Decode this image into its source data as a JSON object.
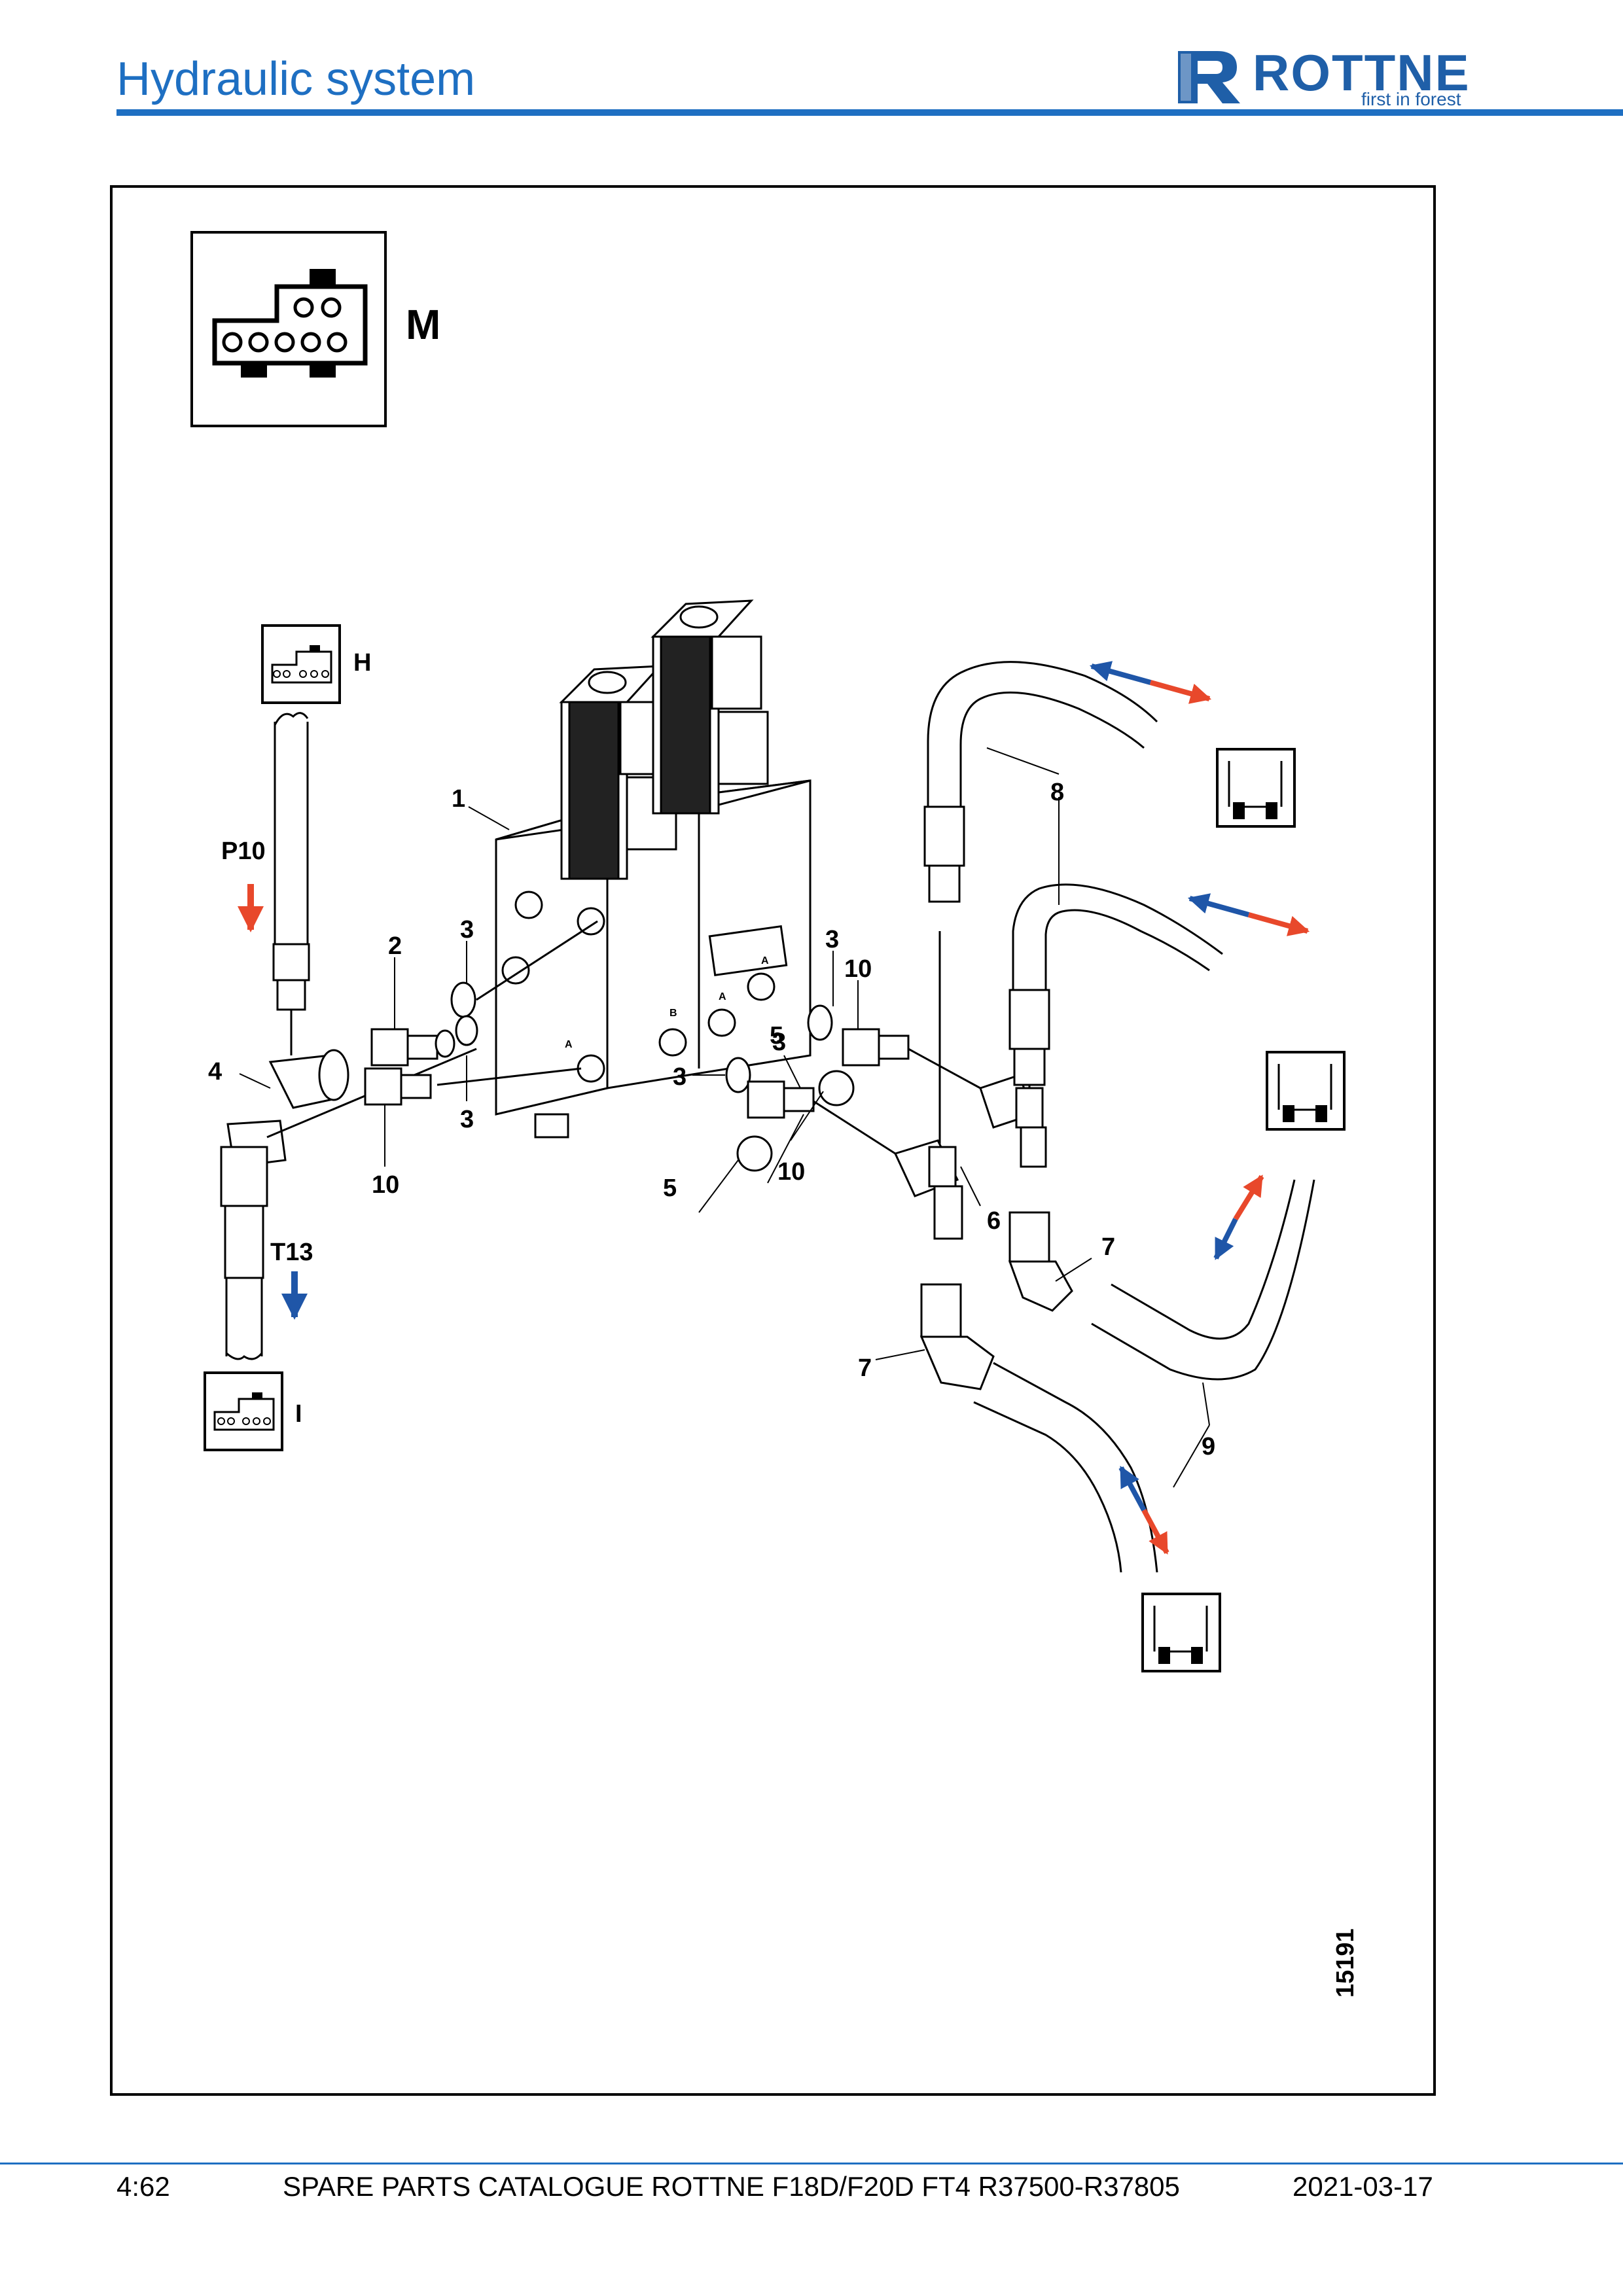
{
  "header": {
    "title": "Hydraulic system",
    "brand_name": "ROTTNE",
    "brand_tagline": "first in forest",
    "accent_color": "#1e6fc2"
  },
  "diagram": {
    "view_label": "M",
    "pressure_label": "P10",
    "tank_label": "T13",
    "connector_top_label": "H",
    "connector_bottom_label": "I",
    "drawing_number": "15191",
    "port_letters": [
      "A",
      "B",
      "A",
      "A"
    ],
    "callouts": [
      "1",
      "2",
      "3",
      "3",
      "3",
      "3",
      "3",
      "4",
      "5",
      "5",
      "6",
      "7",
      "7",
      "8",
      "9",
      "10",
      "10",
      "10"
    ],
    "arrow_colors": {
      "pressure": "#e8482b",
      "return": "#1f56a8"
    }
  },
  "footer": {
    "page_number": "4:62",
    "catalogue_title": "SPARE PARTS CATALOGUE ROTTNE F18D/F20D FT4 R37500-R37805",
    "date": "2021-03-17"
  }
}
